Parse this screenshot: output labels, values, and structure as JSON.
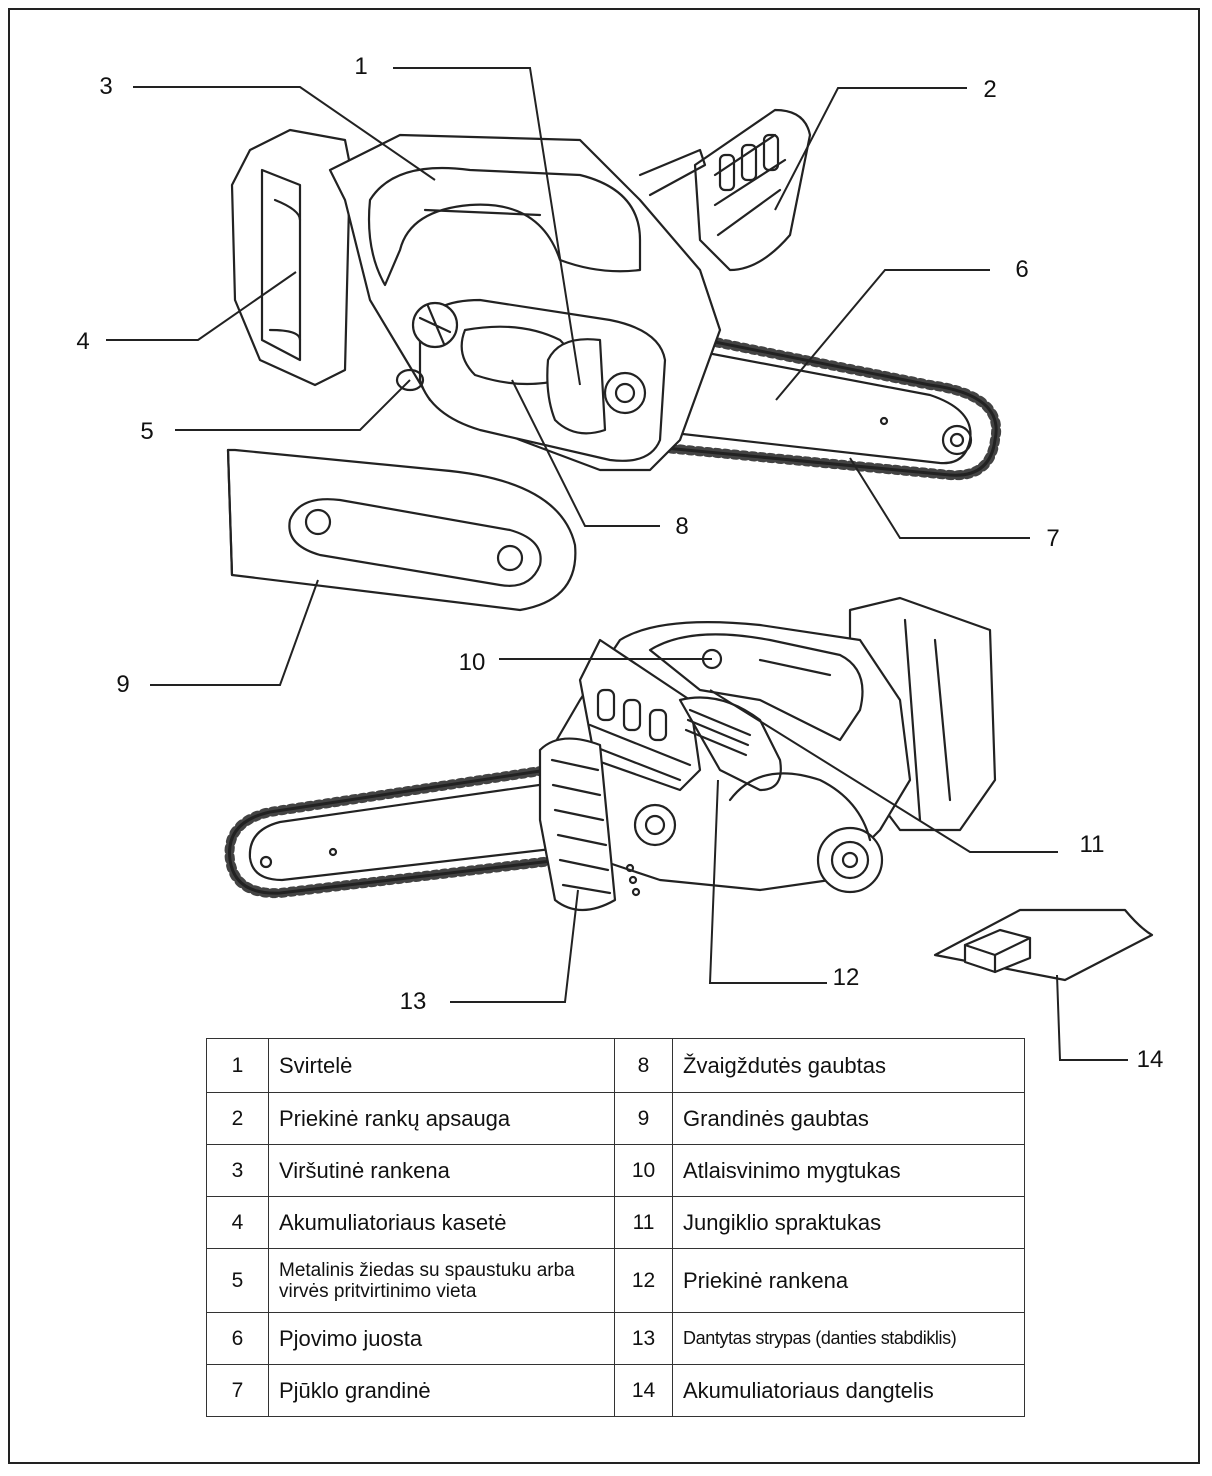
{
  "callouts": [
    "1",
    "2",
    "3",
    "4",
    "5",
    "6",
    "7",
    "8",
    "9",
    "10",
    "11",
    "12",
    "13",
    "14"
  ],
  "legend": [
    {
      "num": "1",
      "label": "Svirtelė",
      "num2": "8",
      "label2": "Žvaigždutės gaubtas"
    },
    {
      "num": "2",
      "label": "Priekinė rankų apsauga",
      "num2": "9",
      "label2": "Grandinės gaubtas"
    },
    {
      "num": "3",
      "label": "Viršutinė rankena",
      "num2": "10",
      "label2": "Atlaisvinimo mygtukas"
    },
    {
      "num": "4",
      "label": "Akumuliatoriaus kasetė",
      "num2": "11",
      "label2": "Jungiklio spraktukas"
    },
    {
      "num": "5",
      "label": "Metalinis žiedas su spaustuku arba virvės pritvirtinimo vieta",
      "num2": "12",
      "label2": "Priekinė rankena"
    },
    {
      "num": "6",
      "label": "Pjovimo juosta",
      "num2": "13",
      "label2": "Dantytas strypas (danties stabdiklis)"
    },
    {
      "num": "7",
      "label": "Pjūklo grandinė",
      "num2": "14",
      "label2": "Akumuliatoriaus dangtelis"
    }
  ]
}
